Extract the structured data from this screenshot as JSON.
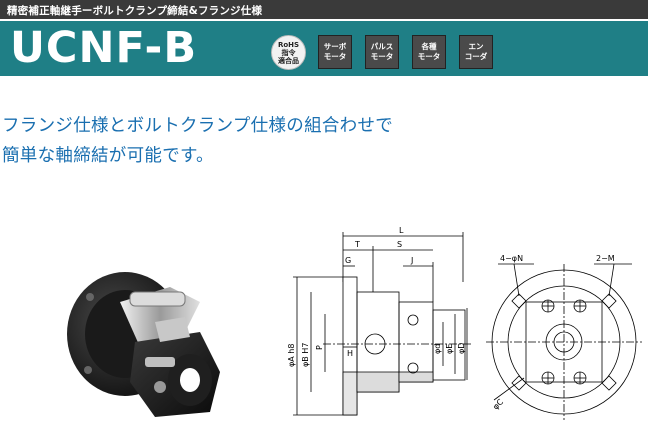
{
  "header": {
    "category": "精密補正軸継手ーボルトクランプ締結&フランジ仕様",
    "model": "UCNF-B"
  },
  "badges": {
    "rohs": [
      "RoHS",
      "指令",
      "適合品"
    ],
    "items": [
      {
        "line1": "サーボ",
        "line2": "モータ"
      },
      {
        "line1": "パルス",
        "line2": "モータ"
      },
      {
        "line1": "各種",
        "line2": "モータ"
      },
      {
        "line1": "エン",
        "line2": "コーダ"
      }
    ]
  },
  "description": {
    "line1": "フランジ仕様とボルトクランプ仕様の組合わせで",
    "line2": "簡単な軸締結が可能です。"
  },
  "drawing": {
    "dims": {
      "L": "L",
      "T": "T",
      "S": "S",
      "G": "G",
      "J": "J",
      "P": "P",
      "H": "H",
      "A": "φA h8",
      "B": "φB H7",
      "d": "φd",
      "E": "φE",
      "D": "φD",
      "N": "4−φN",
      "M": "2−M",
      "C": "φC"
    }
  },
  "colors": {
    "header_bg": "#3a3a3a",
    "title_band": "#1f7f86",
    "accent_text": "#1a6fb0",
    "badge_bg": "#4a4a4a"
  }
}
